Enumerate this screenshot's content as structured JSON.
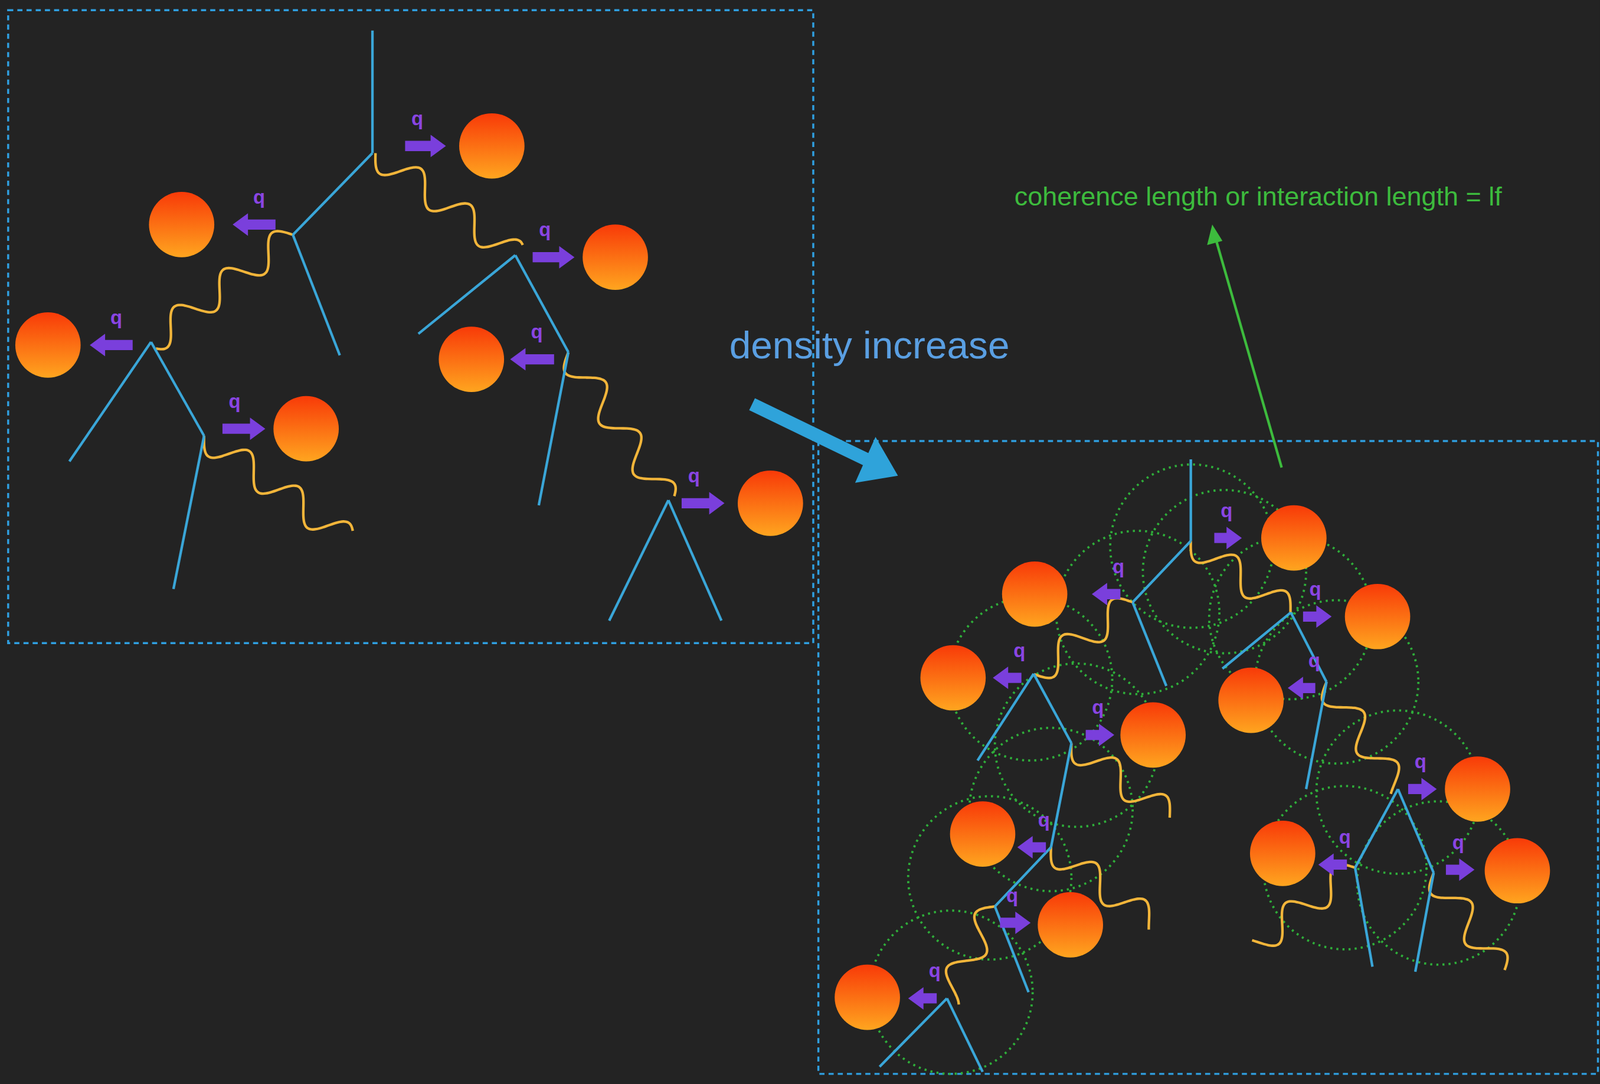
{
  "diagram": {
    "labels": [
      "q",
      "q",
      "q",
      "q",
      "q",
      "q",
      "q",
      "q",
      "q",
      "q",
      "q",
      "q",
      "q",
      "q",
      "q",
      "q",
      "q",
      "q",
      "q",
      "density increase",
      "coherence length or interaction length = lf"
    ]
  }
}
